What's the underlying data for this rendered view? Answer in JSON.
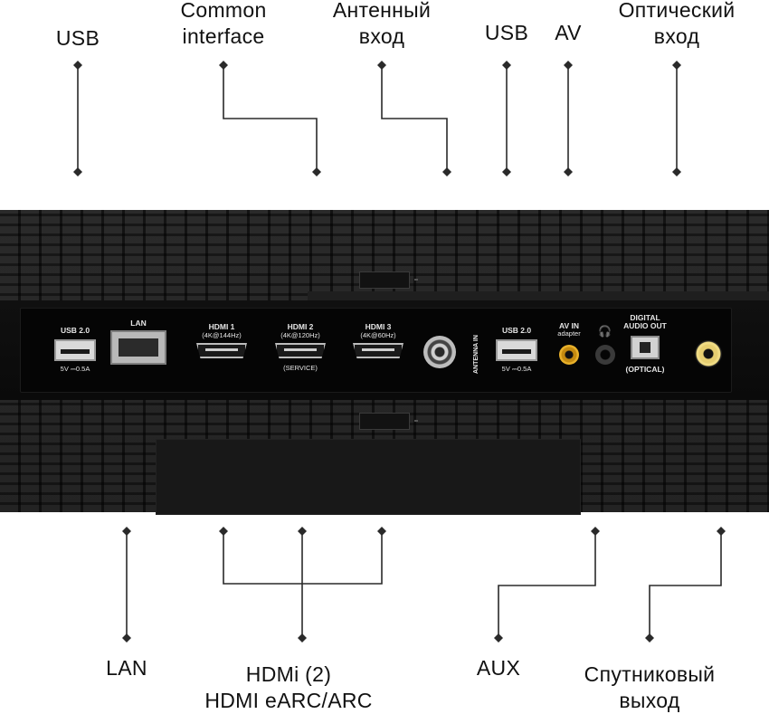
{
  "top_labels": {
    "usb_left": "USB",
    "common_interface": [
      "Common",
      "interface"
    ],
    "antenna_in": [
      "Антенный",
      "вход"
    ],
    "usb_right": "USB",
    "av": "AV",
    "optical": [
      "Оптический",
      "вход"
    ]
  },
  "bottom_labels": {
    "lan": "LAN",
    "hdmi": [
      "HDMi (2)",
      "HDMI eARC/ARC"
    ],
    "aux": "AUX",
    "satellite": [
      "Спутниковый",
      "выход"
    ]
  },
  "panel_labels": {
    "usb1_title": "USB 2.0",
    "usb1_rating": "5V ⎓0.5A",
    "lan": "LAN",
    "hdmi1_title": "HDMI 1",
    "hdmi1_spec": "(4K@144Hz)",
    "hdmi2_title": "HDMI 2",
    "hdmi2_spec": "(4K@120Hz)",
    "hdmi2_note": "(SERVICE)",
    "hdmi3_title": "HDMI 3",
    "hdmi3_spec": "(4K@60Hz)",
    "antenna": "ANTENNA IN",
    "usb2_title": "USB 2.0",
    "usb2_rating": "5V ⎓0.5A",
    "av_title": "AV IN",
    "av_sub": "adapter",
    "digital_title": "DIGITAL",
    "digital_sub": "AUDIO OUT",
    "optical": "(OPTICAL)"
  },
  "icons": {
    "headphone": "🎧"
  },
  "colors": {
    "line": "#2a2a2a",
    "panel": "#252525",
    "plate": "#050505",
    "av_rca": "#e9b12a",
    "sat_connector": "#f0dc85"
  }
}
